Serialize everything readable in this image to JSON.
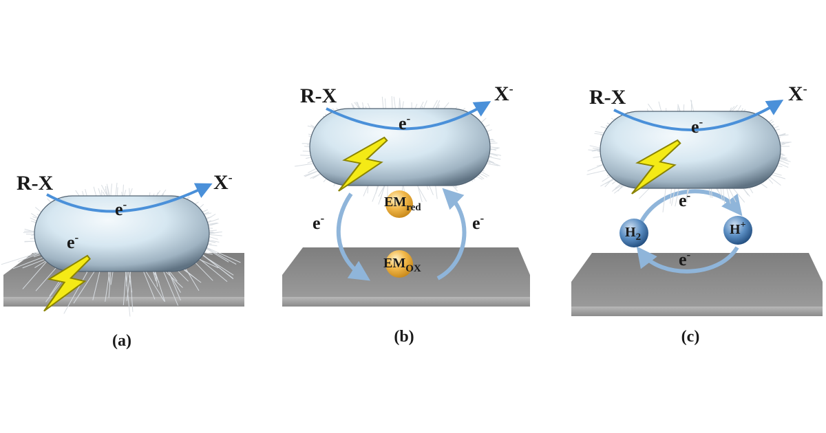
{
  "colors": {
    "cell_light": "#e6f1f8",
    "cell_dark": "#5f7282",
    "arrow_blue": "#4a90d9",
    "cycle_blue": "#8fb5da",
    "bolt_yellow": "#f4ea16",
    "electrode_top": "#8c8c8c",
    "electrode_side": "#a9a9a9",
    "mediator_orange": "#f0b040",
    "hydrogen_blue": "#4b7fb5"
  },
  "panels": [
    {
      "caption": "(a)",
      "reactant": "R-X",
      "product": "X",
      "product_sup": "-",
      "electron_upper": "e",
      "electron_lower": "e",
      "electron_sup": "-"
    },
    {
      "caption": "(b)",
      "reactant": "R-X",
      "product": "X",
      "product_sup": "-",
      "electron_cell": "e",
      "electron_left": "e",
      "electron_right": "e",
      "electron_sup": "-",
      "mediator_reduced": {
        "base": "EM",
        "sub": "red"
      },
      "mediator_oxidized": {
        "base": "EM",
        "sub": "OX"
      }
    },
    {
      "caption": "(c)",
      "reactant": "R-X",
      "product": "X",
      "product_sup": "-",
      "electron_cell": "e",
      "electron_top": "e",
      "electron_bottom": "e",
      "electron_sup": "-",
      "hydrogen": {
        "base": "H",
        "sub": "2"
      },
      "proton": {
        "base": "H",
        "sup": "+"
      }
    }
  ]
}
